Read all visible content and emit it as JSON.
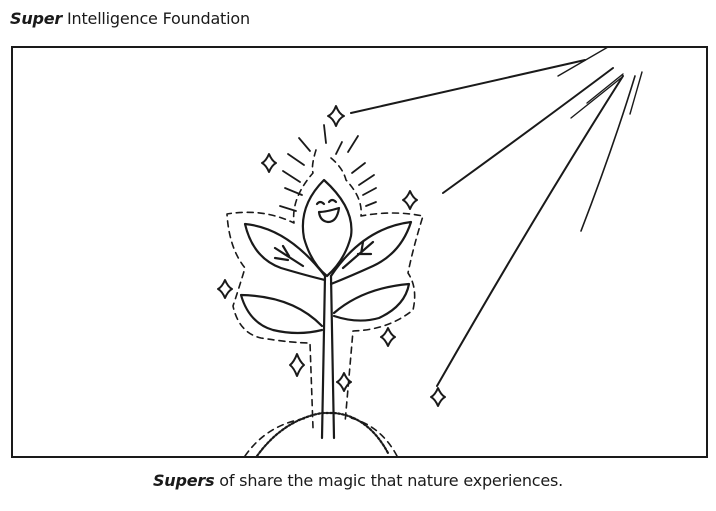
{
  "header": {
    "brand_bold": "Super",
    "brand_rest": " Intelligence Foundation"
  },
  "illustration": {
    "subject": "smiling sprouting plant under sun rays with sparkles",
    "icons": [
      "plant-icon",
      "sun-rays-icon",
      "sparkle-icon"
    ]
  },
  "caption": {
    "bold": "Supers",
    "rest": " of share the magic that nature experiences."
  },
  "colors": {
    "ink": "#1a1a1a",
    "background": "#ffffff"
  }
}
